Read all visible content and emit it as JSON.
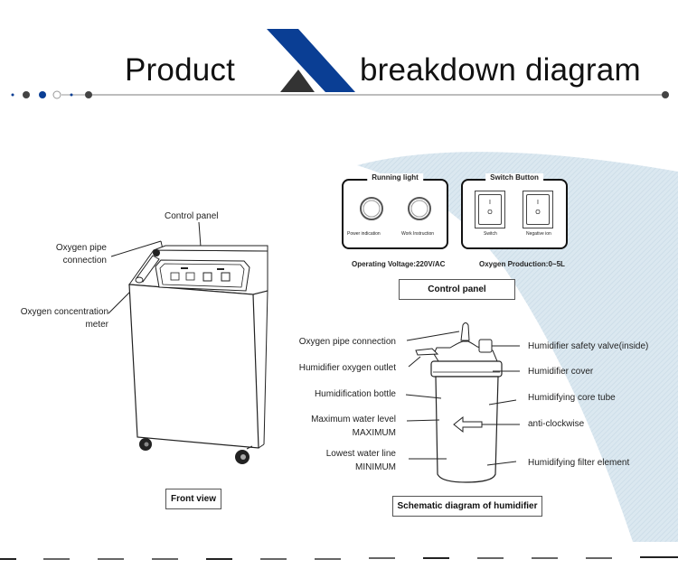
{
  "header": {
    "title_left": "Product",
    "title_right": "breakdown diagram",
    "accent_color": "#0a3e94",
    "dark_color": "#333333"
  },
  "front_view": {
    "caption": "Front view",
    "labels": {
      "control_panel": "Control panel",
      "oxygen_pipe_line1": "Oxygen pipe",
      "oxygen_pipe_line2": "connection",
      "concentration_line1": "Oxygen concentration",
      "concentration_line2": "meter"
    }
  },
  "control_panel": {
    "caption": "Control panel",
    "running_light": {
      "title": "Running light",
      "items": [
        "Power indication",
        "Work Instruction"
      ]
    },
    "switch_button": {
      "title": "Switch Button",
      "items": [
        {
          "label": "Switch",
          "on": "I",
          "off": "O"
        },
        {
          "label": "Negative ion",
          "on": "I",
          "off": "O"
        }
      ]
    },
    "operating_voltage": "Operating Voltage:220V/AC",
    "oxygen_production": "Oxygen Production:0~5L"
  },
  "humidifier": {
    "caption": "Schematic diagram of humidifier",
    "left_labels": [
      {
        "lines": [
          "Oxygen pipe connection"
        ]
      },
      {
        "lines": [
          "Humidifier oxygen outlet"
        ]
      },
      {
        "lines": [
          "Humidification bottle"
        ]
      },
      {
        "lines": [
          "Maximum water level",
          "MAXIMUM"
        ]
      },
      {
        "lines": [
          "Lowest water line",
          "MINIMUM"
        ]
      }
    ],
    "right_labels": [
      "Humidifier safety valve(inside)",
      "Humidifier cover",
      "Humidifying core tube",
      "anti-clockwise",
      "Humidifying filter element"
    ]
  }
}
